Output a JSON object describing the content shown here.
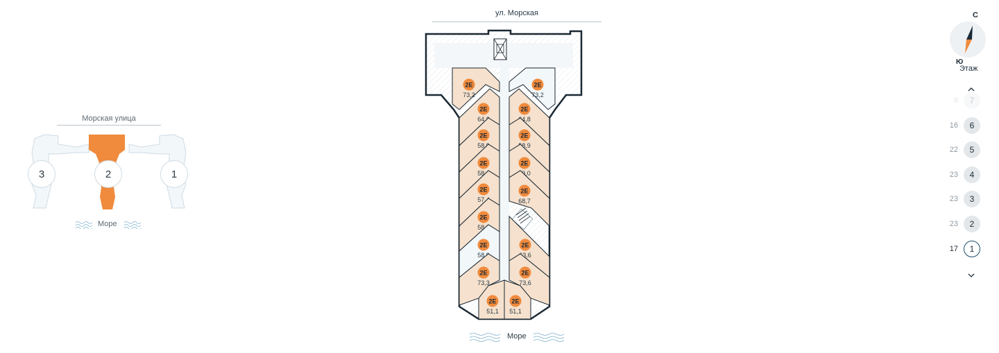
{
  "main_plan": {
    "street": "ул. Морская",
    "sea": "Море",
    "apartments": [
      {
        "type": "2Е",
        "area": "73,2"
      },
      {
        "type": "2Е",
        "area": "73,2"
      },
      {
        "type": "2Е",
        "area": "64,8"
      },
      {
        "type": "2Е",
        "area": "64,8"
      },
      {
        "type": "2Е",
        "area": "58,9"
      },
      {
        "type": "2Е",
        "area": "58,9"
      },
      {
        "type": "2Е",
        "area": "58,0"
      },
      {
        "type": "2Е",
        "area": "59,0"
      },
      {
        "type": "2Е",
        "area": "57,4"
      },
      {
        "type": "2Е",
        "area": "68,7"
      },
      {
        "type": "2Е",
        "area": "58,9"
      },
      {
        "type": "2Е",
        "area": "58,9"
      },
      {
        "type": "2Е",
        "area": "63,6"
      },
      {
        "type": "2Е",
        "area": "73,3"
      },
      {
        "type": "2Е",
        "area": "73,6"
      },
      {
        "type": "2Е",
        "area": "51,1"
      },
      {
        "type": "2Е",
        "area": "51,1"
      }
    ]
  },
  "mini_map": {
    "street": "Морская улица",
    "sea": "Море",
    "buildings": [
      "3",
      "2",
      "1"
    ],
    "selected_building": "2"
  },
  "compass": {
    "north": "С",
    "south": "Ю"
  },
  "floor_selector": {
    "title": "Этаж",
    "floors": [
      {
        "floor": "7",
        "count": "8"
      },
      {
        "floor": "6",
        "count": "16"
      },
      {
        "floor": "5",
        "count": "22"
      },
      {
        "floor": "4",
        "count": "23"
      },
      {
        "floor": "3",
        "count": "23"
      },
      {
        "floor": "2",
        "count": "23"
      },
      {
        "floor": "1",
        "count": "17"
      }
    ],
    "active_floor": "1"
  },
  "colors": {
    "accent": "#f08a3c",
    "apartment_fill": "#f5e1cd",
    "corridor_fill": "#f2f7fa",
    "wall": "#1b2833",
    "active_ring": "#1f4e6b"
  },
  "icons": [
    "compass-icon",
    "chevron-up-icon",
    "chevron-down-icon",
    "wave-icon",
    "elevator-icon",
    "stairs-icon"
  ]
}
